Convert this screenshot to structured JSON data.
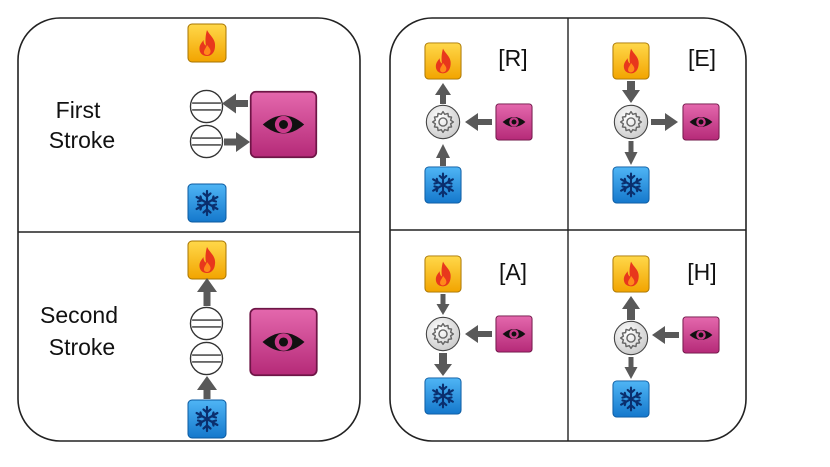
{
  "left_panel": {
    "first_stroke": {
      "line1": "First",
      "line2": "Stroke"
    },
    "second_stroke": {
      "line1": "Second",
      "line2": "Stroke"
    }
  },
  "right_panel": {
    "quadrants": [
      {
        "id": "R",
        "label": "[R]"
      },
      {
        "id": "E",
        "label": "[E]"
      },
      {
        "id": "A",
        "label": "[A]"
      },
      {
        "id": "H",
        "label": "[H]"
      }
    ]
  },
  "icons": {
    "hot": "fire-icon",
    "cold": "snowflake-icon",
    "observer": "eye-icon",
    "engine": "gear-icon",
    "piston": "piston-icon"
  },
  "colors": {
    "fire_tile": "#f6b400",
    "flame": "#e8371c",
    "snow_tile": "#1f8fe0",
    "eye_tile": "#c93a8a",
    "arrow": "#595959",
    "panel_border": "#222222"
  }
}
